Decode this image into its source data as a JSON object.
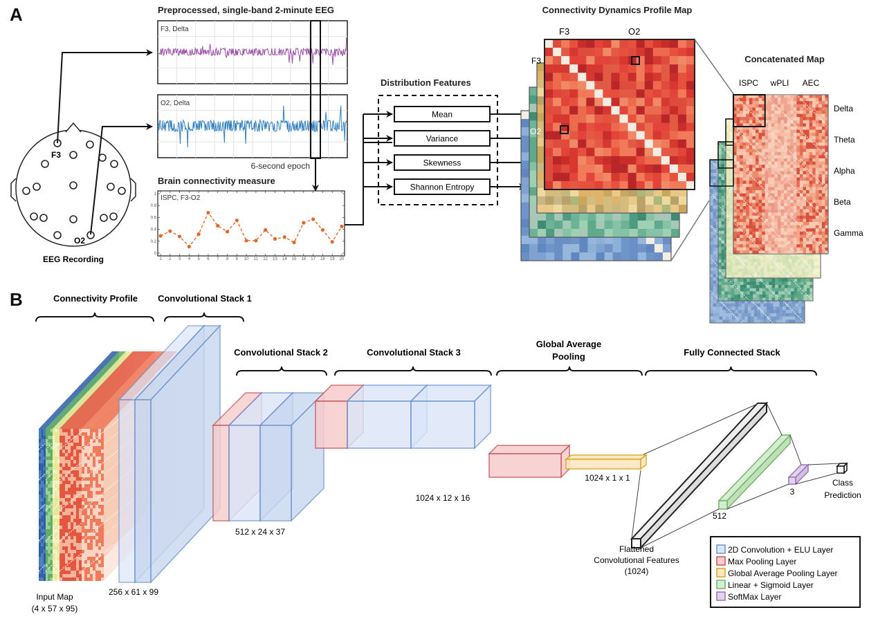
{
  "panel_a": {
    "letter": "A",
    "eeg_recording_label": "EEG Recording",
    "electrodes": {
      "f3": "F3",
      "o2": "O2"
    },
    "preprocessed_title": "Preprocessed, single-band 2-minute EEG",
    "traces": [
      {
        "label": "F3, Delta",
        "color": "#9b4fa8"
      },
      {
        "label": "O2, Delta",
        "color": "#2f7fc1"
      }
    ],
    "epoch_label": "6-second epoch",
    "connectivity_title": "Brain connectivity measure",
    "features_title": "Distribution Features",
    "features": [
      "Mean",
      "Variance",
      "Skewness",
      "Shannon Entropy"
    ],
    "profile_map_title": "Connectivity Dynamics Profile Map",
    "profile_map_axis": {
      "col1": "F3",
      "col2": "O2",
      "row1": "F3",
      "row2": "O2"
    },
    "concat_title": "Concatenated Map",
    "concat_columns": [
      "ISPC",
      "wPLI",
      "AEC"
    ],
    "concat_rows": [
      "Delta",
      "Theta",
      "Alpha",
      "Beta",
      "Gamma"
    ]
  },
  "chart_data": {
    "type": "line",
    "title": "ISPC, F3-O2",
    "x": [
      1,
      2,
      3,
      4,
      5,
      6,
      7,
      8,
      9,
      10,
      11,
      12,
      13,
      14,
      15,
      16,
      17,
      18,
      19,
      20
    ],
    "series": [
      {
        "name": "ISPC, F3-O2",
        "color": "#e0692a",
        "values": [
          0.29,
          0.37,
          0.28,
          0.11,
          0.32,
          0.68,
          0.46,
          0.36,
          0.55,
          0.21,
          0.21,
          0.39,
          0.24,
          0.27,
          0.18,
          0.51,
          0.57,
          0.39,
          0.19,
          0.45
        ]
      }
    ],
    "xlabel": "",
    "ylabel": "",
    "xticks": [
      "1",
      "2",
      "3",
      "4",
      "5",
      "6",
      "7",
      "8",
      "9",
      "10",
      "11",
      "12",
      "13",
      "14",
      "15",
      "16",
      "17",
      "18",
      "19",
      "20"
    ],
    "yticks": [
      "0",
      "0.2",
      "0.4",
      "0.6",
      "0.8",
      "1"
    ],
    "ylim": [
      0,
      1
    ],
    "line_style": "dashed",
    "grid": false
  },
  "panel_b": {
    "letter": "B",
    "sections": [
      "Connectivity Profile",
      "Convolutional Stack 1",
      "Convolutional Stack 2",
      "Convolutional Stack 3",
      "Global Average Pooling",
      "Fully Connected Stack"
    ],
    "gap_title_line1": "Global Average",
    "gap_title_line2": "Pooling",
    "input_label_1": "Input Map",
    "input_label_2": "(4 x 57 x 95)",
    "dims": {
      "stack1": "256 x 61 x 99",
      "stack2": "512 x 24 x 37",
      "stack3": "1024 x 12 x 16",
      "gap": "1024 x 1 x 1",
      "linear": "512",
      "softmax": "3"
    },
    "flattened_label": [
      "Flattened",
      "Convolutional Features",
      "(1024)"
    ],
    "class_label": [
      "Class",
      "Prediction"
    ],
    "legend": [
      {
        "label": "2D Convolution + ELU Layer",
        "fill": "#dbe6fa",
        "stroke": "#6f93cf"
      },
      {
        "label": "Max Pooling Layer",
        "fill": "#f6cccc",
        "stroke": "#c8555a"
      },
      {
        "label": "Global Average Pooling Layer",
        "fill": "#fde7c2",
        "stroke": "#d9a520"
      },
      {
        "label": "Linear + Sigmoid Layer",
        "fill": "#d4ecd0",
        "stroke": "#74b46a"
      },
      {
        "label": "SoftMax Layer",
        "fill": "#e2d2ec",
        "stroke": "#9a74b8"
      }
    ]
  }
}
